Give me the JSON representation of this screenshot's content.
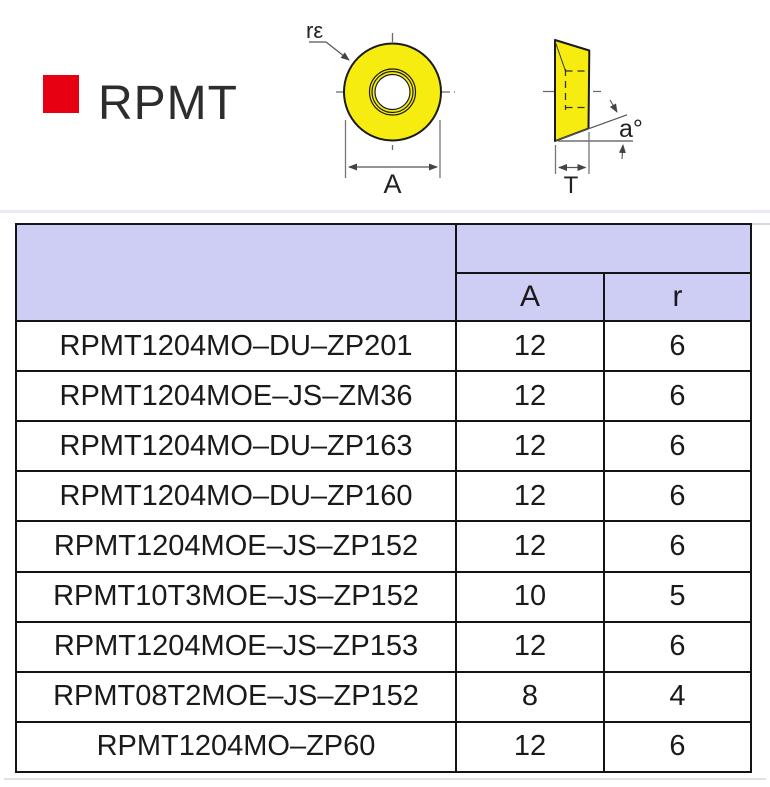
{
  "logo": {
    "text": "RPMT",
    "square_color": "#e60012",
    "text_color": "#2d2d2d"
  },
  "diagram": {
    "insert_color": "#f7ec10",
    "top_view": {
      "radius_label": "rε",
      "diameter_label": "A"
    },
    "side_view": {
      "angle_label": "a°",
      "thickness_label": "T"
    }
  },
  "table": {
    "header_bg": "#cecdf3",
    "header": {
      "col_model": "",
      "col_merged": "",
      "col_a": "A",
      "col_r": "r"
    },
    "rows": [
      {
        "model": "RPMT1204MO–DU–ZP201",
        "a": "12",
        "r": "6"
      },
      {
        "model": "RPMT1204MOE–JS–ZM36",
        "a": "12",
        "r": "6"
      },
      {
        "model": "RPMT1204MO–DU–ZP163",
        "a": "12",
        "r": "6"
      },
      {
        "model": "RPMT1204MO–DU–ZP160",
        "a": "12",
        "r": "6"
      },
      {
        "model": "RPMT1204MOE–JS–ZP152",
        "a": "12",
        "r": "6"
      },
      {
        "model": "RPMT10T3MOE–JS–ZP152",
        "a": "10",
        "r": "5"
      },
      {
        "model": "RPMT1204MOE–JS–ZP153",
        "a": "12",
        "r": "6"
      },
      {
        "model": "RPMT08T2MOE–JS–ZP152",
        "a": "8",
        "r": "4"
      },
      {
        "model": "RPMT1204MO–ZP60",
        "a": "12",
        "r": "6"
      }
    ]
  }
}
